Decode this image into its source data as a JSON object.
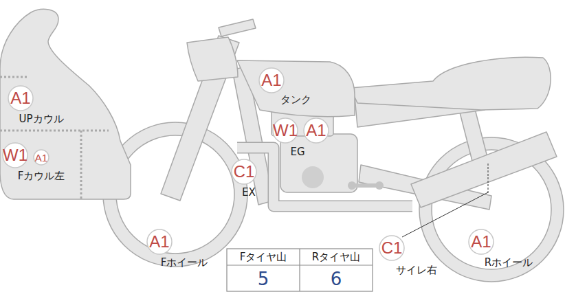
{
  "diagram": {
    "nodes": [
      {
        "text": [
          "A1"
        ]
      },
      {
        "text": [
          "A1"
        ]
      },
      {
        "text": [
          "W1"
        ]
      },
      {
        "text": [
          "A1"
        ]
      },
      {
        "text": [
          "W1"
        ]
      },
      {
        "text": [
          "A1"
        ]
      },
      {
        "text": [
          "C1"
        ]
      },
      {
        "text": [
          "A1"
        ]
      },
      {
        "text": [
          "C1"
        ]
      },
      {
        "text": [
          "A1"
        ]
      }
    ],
    "labels": [
      "タンク",
      "UPカウル",
      "EG",
      "Fカウル左",
      "EX",
      "Fホイール",
      "Fタイヤ山",
      "Rタイヤ山",
      "Rホイール",
      "5",
      "6",
      "サイレ右"
    ]
  }
}
